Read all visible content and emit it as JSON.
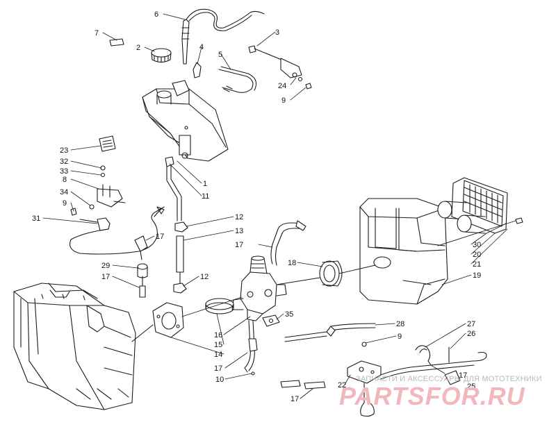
{
  "callouts": [
    {
      "id": "c6",
      "label": "6"
    },
    {
      "id": "c7",
      "label": "7"
    },
    {
      "id": "c2",
      "label": "2"
    },
    {
      "id": "c4",
      "label": "4"
    },
    {
      "id": "c5",
      "label": "5"
    },
    {
      "id": "c3",
      "label": "3"
    },
    {
      "id": "c24",
      "label": "24"
    },
    {
      "id": "c9a",
      "label": "9"
    },
    {
      "id": "c23",
      "label": "23"
    },
    {
      "id": "c32",
      "label": "32"
    },
    {
      "id": "c33",
      "label": "33"
    },
    {
      "id": "c8",
      "label": "8"
    },
    {
      "id": "c34",
      "label": "34"
    },
    {
      "id": "c9b",
      "label": "9"
    },
    {
      "id": "c31",
      "label": "31"
    },
    {
      "id": "c1",
      "label": "1"
    },
    {
      "id": "c11",
      "label": "11"
    },
    {
      "id": "c12a",
      "label": "12"
    },
    {
      "id": "c13",
      "label": "13"
    },
    {
      "id": "c17a",
      "label": "17"
    },
    {
      "id": "c17b",
      "label": "17"
    },
    {
      "id": "c18",
      "label": "18"
    },
    {
      "id": "c29",
      "label": "29"
    },
    {
      "id": "c17c",
      "label": "17"
    },
    {
      "id": "c12b",
      "label": "12"
    },
    {
      "id": "c30",
      "label": "30"
    },
    {
      "id": "c20",
      "label": "20"
    },
    {
      "id": "c21",
      "label": "21"
    },
    {
      "id": "c19",
      "label": "19"
    },
    {
      "id": "c35",
      "label": "35"
    },
    {
      "id": "c16",
      "label": "16"
    },
    {
      "id": "c15",
      "label": "15"
    },
    {
      "id": "c14",
      "label": "14"
    },
    {
      "id": "c28",
      "label": "28"
    },
    {
      "id": "c9c",
      "label": "9"
    },
    {
      "id": "c27",
      "label": "27"
    },
    {
      "id": "c26",
      "label": "26"
    },
    {
      "id": "c22",
      "label": "22"
    },
    {
      "id": "c17d",
      "label": "17"
    },
    {
      "id": "c17e",
      "label": "17"
    },
    {
      "id": "c10",
      "label": "10"
    },
    {
      "id": "c25",
      "label": "25"
    },
    {
      "id": "c17f",
      "label": "17"
    }
  ],
  "watermark": {
    "tagline": "ЗАПЧАСТИ И АКСЕССУАРЫ ДЛЯ МОТОТЕХНИКИ",
    "brand": "PARTSFOR.RU",
    "color": "#e8707c"
  }
}
